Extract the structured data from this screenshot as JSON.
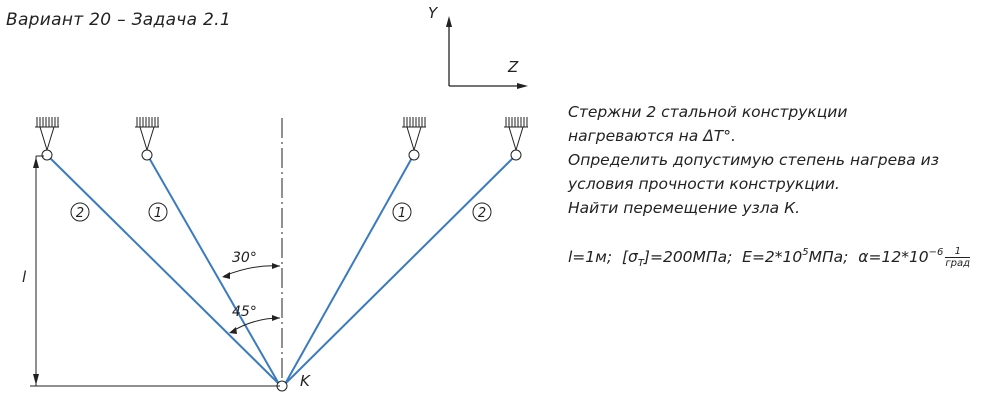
{
  "header": {
    "title": "Вариант 20 – Задача 2.1"
  },
  "axes": {
    "y_label": "Y",
    "z_label": "Z"
  },
  "problem": {
    "line1": "Стержни 2 стальной конструкции",
    "line2": "нагреваются на ΔT°.",
    "line3": "Определить допустимую степень нагрева из",
    "line4": "условия прочности конструкции.",
    "line5": "Найти перемещение узла К."
  },
  "params": {
    "length": "l=1м;",
    "sigma_open": "[σ",
    "sigma_sub": "T",
    "sigma_close": "]=200МПа;",
    "e_base": "E=2*10",
    "e_exp": "5",
    "e_unit": "МПа;",
    "alpha_base": "α=12*10",
    "alpha_exp": "−6",
    "frac_num": "1",
    "frac_den": "град"
  },
  "diagram": {
    "rods": [
      {
        "label": "2"
      },
      {
        "label": "1"
      },
      {
        "label": "1"
      },
      {
        "label": "2"
      }
    ],
    "angle_30": "30°",
    "angle_45": "45°",
    "node_label": "K",
    "dimension_label": "l",
    "rod_color": "#3a7bbf",
    "line_color": "#222222"
  }
}
